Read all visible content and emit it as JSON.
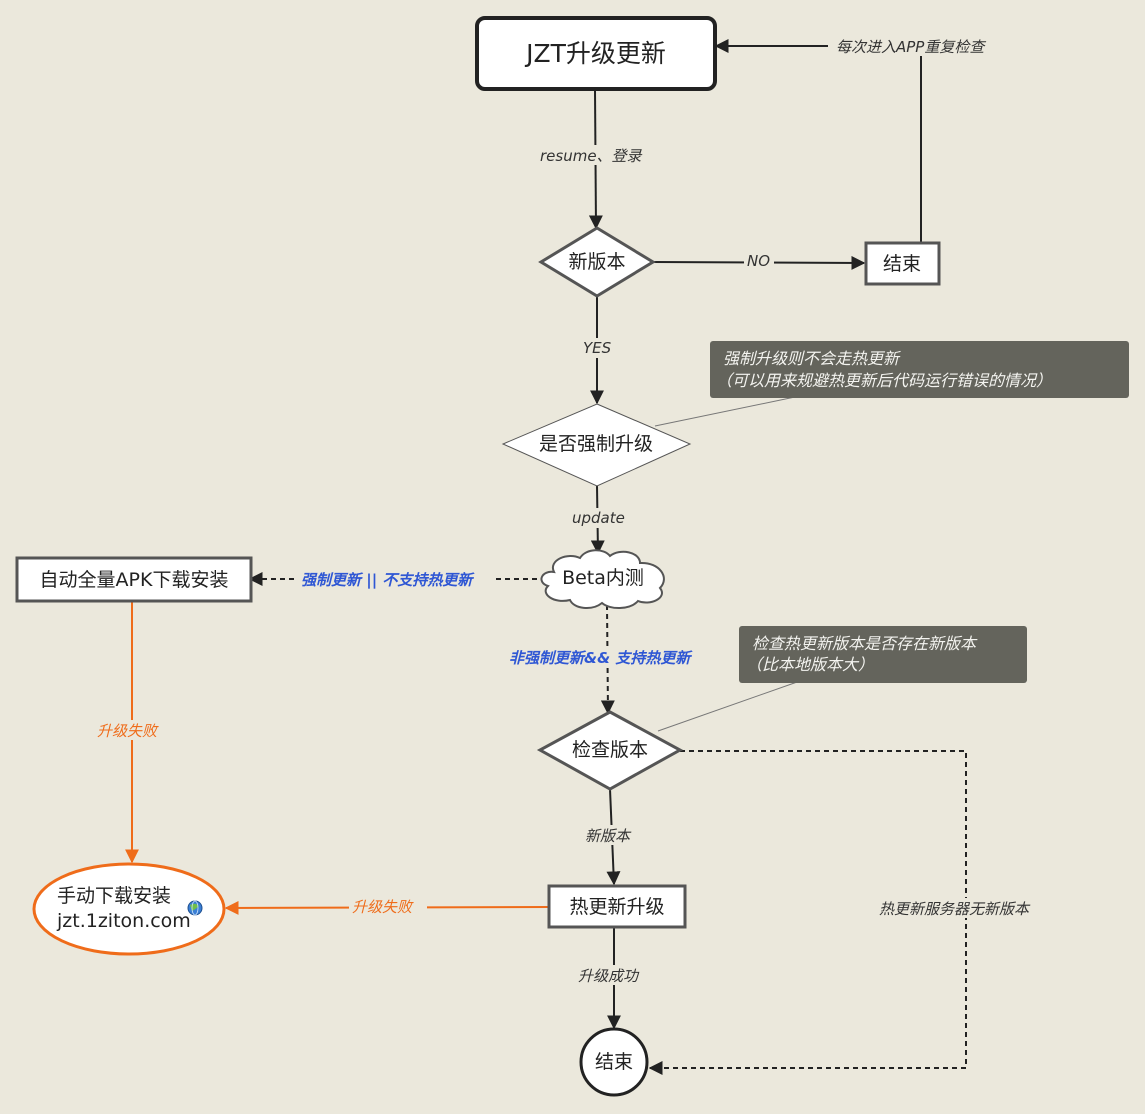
{
  "colors": {
    "background": "#ebe8dc",
    "stroke": "#222222",
    "node_fill": "#ffffff",
    "note_fill": "#64645c",
    "blue_label": "#2f57d4",
    "orange": "#ef6c1a"
  },
  "nodes": {
    "start": "JZT升级更新",
    "new_version": "新版本",
    "end_top": "结束",
    "force_upgrade": "是否强制升级",
    "beta": "Beta内测",
    "full_apk": "自动全量APK下载安装",
    "check_version": "检查版本",
    "hot_upgrade": "热更新升级",
    "manual_line1": "手动下载安装",
    "manual_line2": "jzt.1ziton.com",
    "end_bottom": "结束"
  },
  "edges": {
    "recheck": "每次进入APP重复检查",
    "resume_login": "resume、登录",
    "no": "NO",
    "yes": "YES",
    "update": "update",
    "force_or_nohot": "强制更新 || 不支持热更新",
    "nonforce_and_hot": "非强制更新&& 支持热更新",
    "upgrade_fail_left": "升级失败",
    "new_version_edge": "新版本",
    "upgrade_fail_mid": "升级失败",
    "upgrade_success": "升级成功",
    "no_new_version": "热更新服务器无新版本"
  },
  "notes": {
    "force_note_line1": "强制升级则不会走热更新",
    "force_note_line2": "（可以用来规避热更新后代码运行错误的情况）",
    "check_note_line1": "检查热更新版本是否存在新版本",
    "check_note_line2": "（比本地版本大）"
  },
  "icons": {
    "manual_link_icon": "globe-icon"
  }
}
